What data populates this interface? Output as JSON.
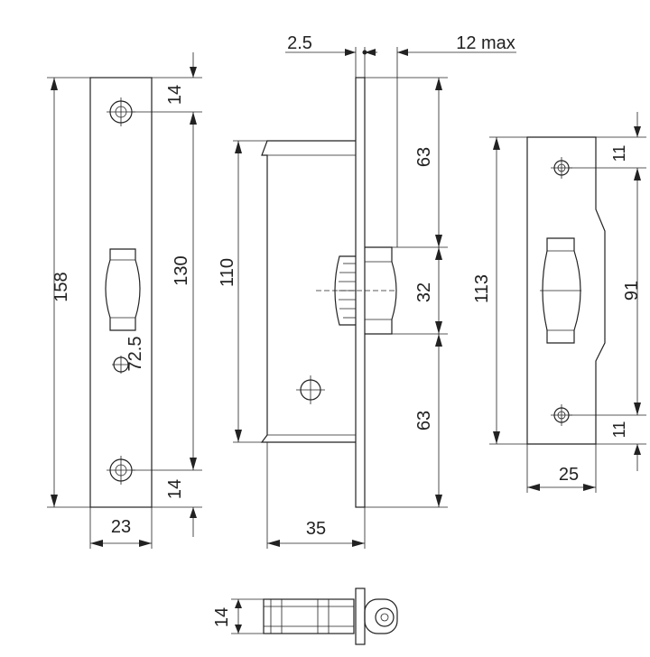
{
  "dimensions": {
    "faceplate_height": "158",
    "screw_top_offset": "14",
    "screw_spacing": "130",
    "screw_bottom_offset": "14",
    "faceplate_width": "23",
    "follower_center": "72.5",
    "plate_thickness": "2.5",
    "bolt_throw": "12 max",
    "case_height": "110",
    "upper_section": "63",
    "bolt_height": "32",
    "lower_section": "63",
    "case_depth": "35",
    "strike_height": "113",
    "strike_hole_top": "11",
    "strike_hole_spacing": "91",
    "strike_hole_bottom": "11",
    "strike_width": "25",
    "plan_thickness": "14"
  }
}
